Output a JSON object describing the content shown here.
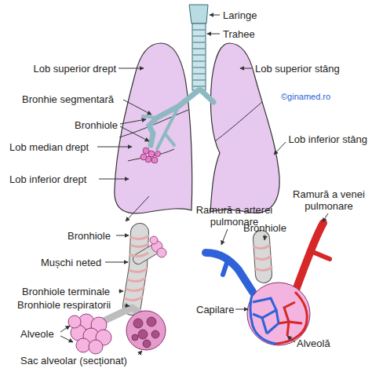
{
  "diagram": {
    "labels": [
      "Laringe",
      "Trahee",
      "Lob superior drept",
      "Lob superior stâng",
      "Bronhie segmentară",
      "©ginamed.ro",
      "Bronhiole",
      "Lob median drept",
      "Lob inferior stâng",
      "Lob inferior drept",
      "Ramură a venei pulmonare",
      "Ramură a arterei pulmonare",
      "Bronhiole",
      "Bronhiole",
      "Mușchi neted",
      "Bronhiole terminale",
      "Bronhiole respiratorii",
      "Capilare",
      "Alveole",
      "Alveolă",
      "Sac alveolar (secționat)"
    ]
  }
}
